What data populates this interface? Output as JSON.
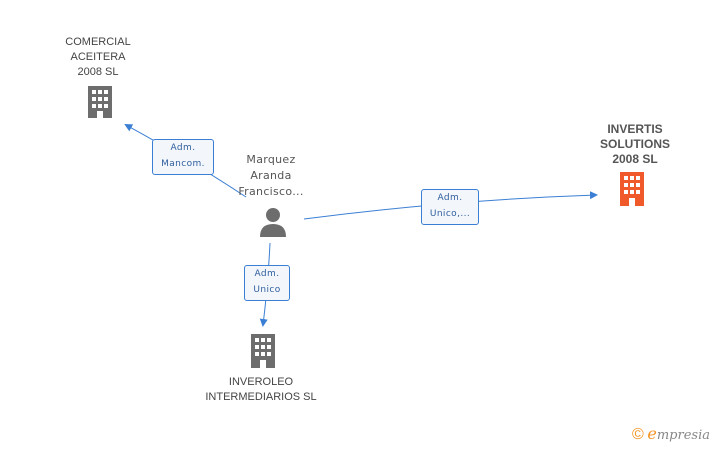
{
  "nodes": {
    "comercial": {
      "label": "COMERCIAL\nACEITERA\n2008 SL",
      "icon": "building-icon",
      "color": "#6d6d6d"
    },
    "invertis": {
      "label": "INVERTIS\nSOLUTIONS\n2008 SL",
      "icon": "building-icon",
      "color": "#f05a2a"
    },
    "inveroleo": {
      "label": "INVEROLEO\nINTERMEDIARIOS SL",
      "icon": "building-icon",
      "color": "#6d6d6d"
    },
    "person": {
      "label": "Marquez\nAranda\nFrancisco...",
      "icon": "person-icon",
      "color": "#6d6d6d"
    }
  },
  "relations": {
    "to_comercial": "Adm.\nMancom.",
    "to_invertis": "Adm.\nUnico,...",
    "to_inveroleo": "Adm.\nUnico"
  },
  "link_color": "#3b7fd4",
  "brand": {
    "copyright": "©",
    "e": "e",
    "rest": "mpresia"
  }
}
